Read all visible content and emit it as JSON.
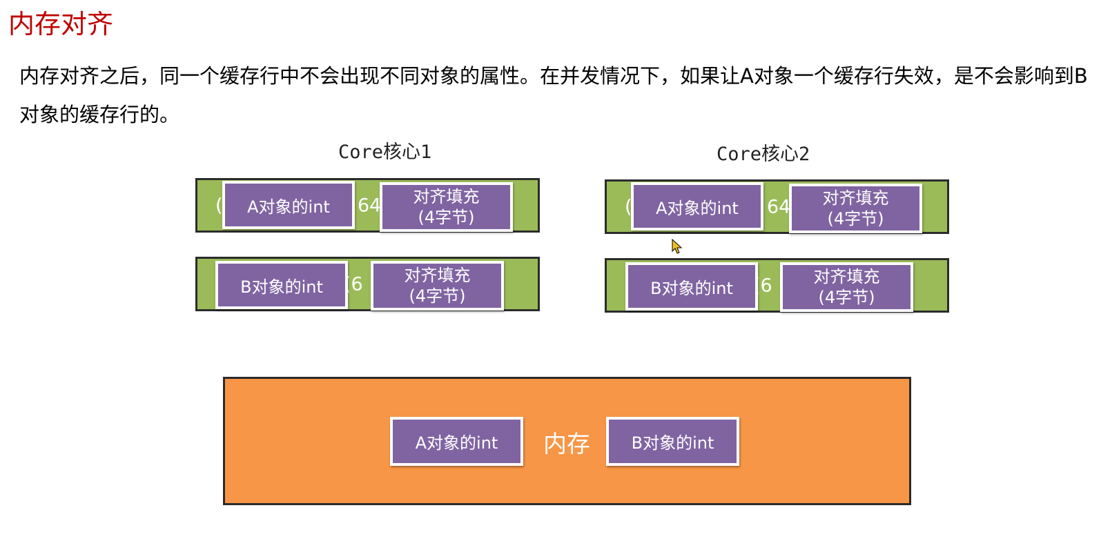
{
  "title": "内存对齐",
  "paragraph": "内存对齐之后，同一个缓存行中不会出现不同对象的属性。在并发情况下，如果让A对象一个缓存行失效，是不会影响到B对象的缓存行的。",
  "cores": [
    {
      "label": "Core核心1",
      "lines": [
        {
          "hidden_left": "(",
          "hidden_mid": "64",
          "int_label": "A对象的int",
          "pad_line1": "对齐填充",
          "pad_line2": "(4字节)"
        },
        {
          "hidden_left": "",
          "hidden_mid": "(6",
          "int_label": "B对象的int",
          "pad_line1": "对齐填充",
          "pad_line2": "(4字节)"
        }
      ]
    },
    {
      "label": "Core核心2",
      "lines": [
        {
          "hidden_left": "(",
          "hidden_mid": "64",
          "int_label": "A对象的int",
          "pad_line1": "对齐填充",
          "pad_line2": "(4字节)"
        },
        {
          "hidden_left": "",
          "hidden_mid": "(6",
          "int_label": "B对象的int",
          "pad_line1": "对齐填充",
          "pad_line2": "(4字节)"
        }
      ]
    }
  ],
  "memory": {
    "label": "内存",
    "left_box": "A对象的int",
    "right_box": "B对象的int"
  },
  "colors": {
    "title": "#c00000",
    "cache_line": "#9bbb59",
    "box": "#8064a2",
    "memory": "#f79646"
  },
  "icons": {
    "cursor": "mouse-pointer-icon"
  }
}
